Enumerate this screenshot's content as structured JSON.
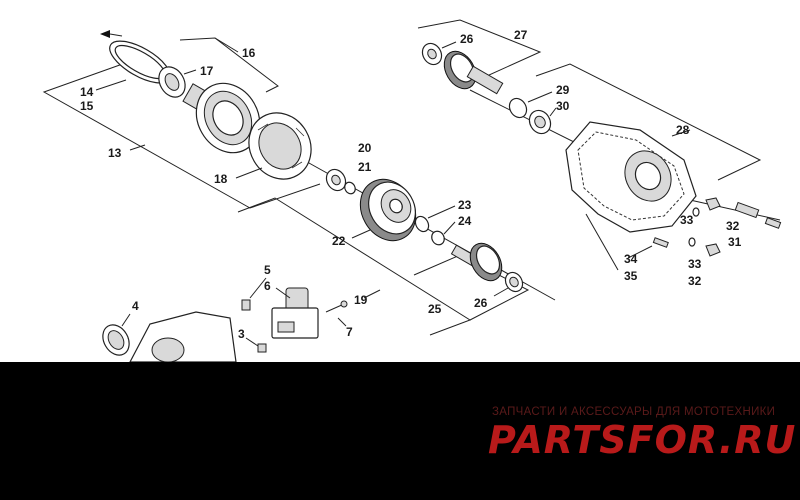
{
  "callouts": {
    "c3": "3",
    "c4": "4",
    "c5": "5",
    "c6": "6",
    "c7": "7",
    "c13": "13",
    "c14": "14",
    "c15": "15",
    "c16": "16",
    "c17": "17",
    "c18": "18",
    "c19": "19",
    "c20": "20",
    "c21": "21",
    "c22": "22",
    "c23": "23",
    "c24": "24",
    "c25": "25",
    "c26a": "26",
    "c26b": "26",
    "c27": "27",
    "c28": "28",
    "c29": "29",
    "c30": "30",
    "c31": "31",
    "c32a": "32",
    "c32b": "32",
    "c33a": "33",
    "c33b": "33",
    "c34": "34",
    "c35": "35"
  },
  "watermark": {
    "tagline": "ЗАПЧАСТИ И АКСЕССУАРЫ ДЛЯ МОТОТЕХНИКИ",
    "logo": "PARTSFOR.RU",
    "colors": {
      "logo": "#b81a1a",
      "tagline": "#5a1a1a"
    }
  },
  "colors": {
    "footer_band": "#000000",
    "background": "#ffffff",
    "lines": "#222222"
  }
}
